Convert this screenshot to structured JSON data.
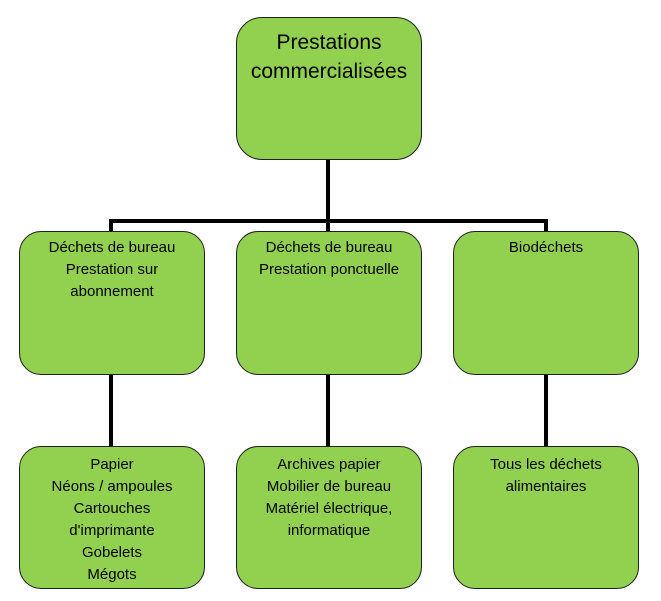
{
  "colors": {
    "box_fill": "#92d050",
    "box_border": "#1f1f1f",
    "connector": "#000000",
    "text": "#000000"
  },
  "root": {
    "lines": [
      "Prestations",
      "commercialisées"
    ]
  },
  "categories": [
    {
      "lines": [
        "Déchets de bureau",
        "Prestation sur",
        "abonnement"
      ],
      "items": [
        "Papier",
        "Néons / ampoules",
        "Cartouches",
        "d'imprimante",
        "Gobelets",
        "Mégots"
      ]
    },
    {
      "lines": [
        "Déchets de bureau",
        "Prestation ponctuelle"
      ],
      "items": [
        "Archives papier",
        "Mobilier de bureau",
        "Matériel électrique,",
        "informatique"
      ]
    },
    {
      "lines": [
        "Biodéchets"
      ],
      "items": [
        "Tous les déchets",
        "alimentaires"
      ]
    }
  ]
}
